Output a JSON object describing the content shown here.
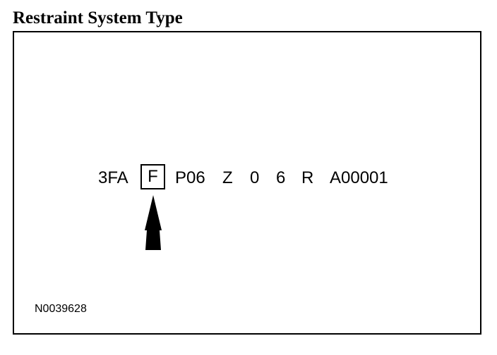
{
  "title": "Restraint System Type",
  "vin_segments": [
    "3FA",
    "F",
    "P06",
    "Z",
    "0",
    "6",
    "R",
    "A00001"
  ],
  "highlighted_segment": "F",
  "figure_code": "N0039628",
  "icons": {
    "pointer": "arrow-up-icon"
  },
  "colors": {
    "ink": "#000000",
    "background": "#ffffff"
  }
}
